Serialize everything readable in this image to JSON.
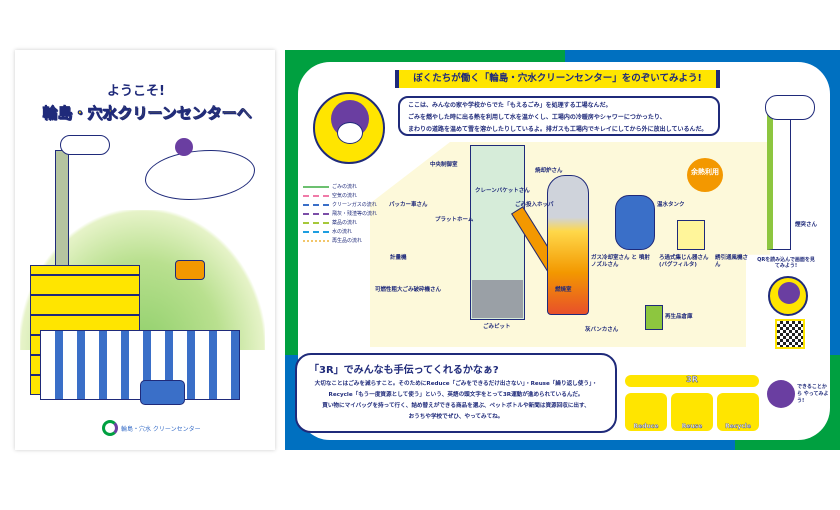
{
  "left_page": {
    "welcome": "ようこそ!",
    "title": "輪島・穴水クリーンセンターへ",
    "logo_text": "輪島・穴水 クリーンセンター"
  },
  "right_page": {
    "banner": "ぼくたちが働く「輪島・穴水クリーンセンター」をのぞいてみよう!",
    "intro_lines": [
      "ここは、みんなの家や学校からでた「もえるごみ」を処理する工場なんだ。",
      "ごみを燃やした時に出る熱を利用して水を温かくし、工場内の冷暖房やシャワーにつかったり、",
      "まわりの道路を温めて雪を溶かしたりしているよ。排ガスも工場内でキレイにしてから外に放出しているんだ。"
    ],
    "legend": [
      {
        "label": "ごみの流れ",
        "color": "#6cc070"
      },
      {
        "label": "空気の流れ",
        "color": "#f07aa8"
      },
      {
        "label": "クリーンガスの流れ",
        "color": "#3a6fc8"
      },
      {
        "label": "飛灰・残渣等の流れ",
        "color": "#7b4ea8"
      },
      {
        "label": "薬品の流れ",
        "color": "#a6c83a"
      },
      {
        "label": "水の流れ",
        "color": "#1e9ee0"
      },
      {
        "label": "再生品の流れ",
        "color": "#f2c66a"
      }
    ],
    "diagram_labels": {
      "packer": "パッカー車さん",
      "scale": "計量機",
      "platform": "プラットホーム",
      "control": "中央制御室",
      "crane": "クレーンバケットさん",
      "pit": "ごみピット",
      "hopper": "ごみ投入ホッパ",
      "incinerator": "焼却炉さん",
      "combustion": "燃焼室",
      "gas_cooler": "ガス冷却室さん と 噴射ノズルさん",
      "bag_filter": "ろ過式集じん器さん (バグフィルタ)",
      "fan": "誘引通風機さん",
      "chimney": "煙突さん",
      "hot_water": "温水タンク",
      "waste_heat": "余熱利用",
      "crusher": "可燃性粗大ごみ破砕機さん",
      "ash_bunker": "灰バンカさん",
      "recycle": "再生品倉庫",
      "qr_hint": "QRを読み込んで画面を見てみよう!"
    },
    "three_r": {
      "heading": "「3R」でみんなも手伝ってくれるかなぁ?",
      "lines": [
        "大切なことはごみを減らすこと。そのためにReduce「ごみをできるだけ出さない」・Reuse「繰り返し使う」・",
        "Recycle「もう一度資源として使う」という、英語の頭文字をとって3R運動が進められているんだ。",
        "買い物にマイバッグを持って行く、詰め替えができる商品を選ぶ、ペットボトルや新聞は資源回収に出す、",
        "おうちや学校でぜひ、やってみてね。"
      ],
      "panel_title": "3R",
      "items": [
        "Reduce",
        "Reuse",
        "Recycle"
      ],
      "speech": "できることから やってみよう!"
    }
  },
  "colors": {
    "navy": "#1f2a7a",
    "yellow": "#ffe500",
    "green": "#00a040",
    "blue": "#0070c0",
    "cream": "#fdf9da",
    "orange": "#f39800"
  }
}
